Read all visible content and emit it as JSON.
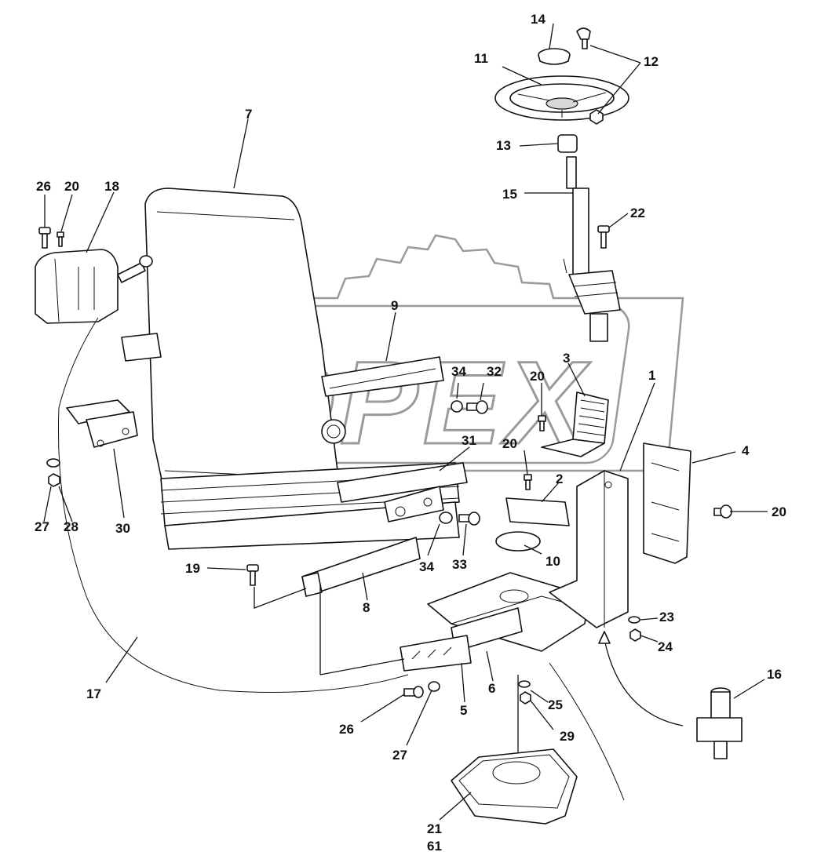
{
  "watermark": "OPEX",
  "callouts": {
    "c1": "1",
    "c2": "2",
    "c3": "3",
    "c4": "4",
    "c5": "5",
    "c6": "6",
    "c7": "7",
    "c8": "8",
    "c9": "9",
    "c10": "10",
    "c11": "11",
    "c12": "12",
    "c13": "13",
    "c14": "14",
    "c15": "15",
    "c16": "16",
    "c17": "17",
    "c18": "18",
    "c19": "19",
    "c20": "20",
    "c21": "21",
    "c22": "22",
    "c23": "23",
    "c24": "24",
    "c25": "25",
    "c26": "26",
    "c27": "27",
    "c28": "28",
    "c29": "29",
    "c30": "30",
    "c31": "31",
    "c32": "32",
    "c33": "33",
    "c34": "34",
    "c61": "61"
  }
}
